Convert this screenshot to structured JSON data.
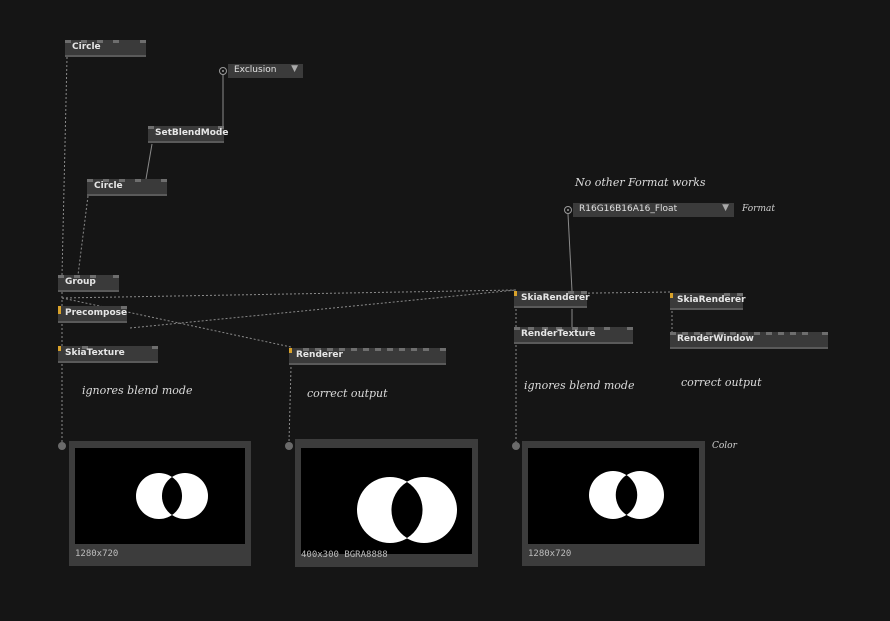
{
  "nodes": {
    "circle_top": "Circle",
    "exclusion": "Exclusion",
    "set_blend_mode": "SetBlendMode",
    "circle_mid": "Circle",
    "group": "Group",
    "precompose": "Precompose",
    "skia_texture": "SkiaTexture",
    "renderer": "Renderer",
    "format": "R16G16B16A16_Float",
    "skia_renderer_1": "SkiaRenderer",
    "render_texture": "RenderTexture",
    "skia_renderer_2": "SkiaRenderer",
    "render_window": "RenderWindow"
  },
  "comments": {
    "no_other_format": "No other Format works",
    "ignores_1": "ignores blend mode",
    "correct_1": "correct output",
    "ignores_2": "ignores blend mode",
    "correct_2": "correct output"
  },
  "pin_labels": {
    "format": "Format",
    "color": "Color"
  },
  "previews": {
    "p1": "1280x720",
    "p2": "400x300 BGRA8888",
    "p3": "1280x720"
  },
  "colors": {
    "background": "#151515",
    "node": "#3a3a3a",
    "link": "#9a9a9a",
    "pin_active": "#d9a22a"
  },
  "icons": {
    "enum_arrow": "chevron-down-icon",
    "io_dot": "iobox-dot-icon"
  }
}
